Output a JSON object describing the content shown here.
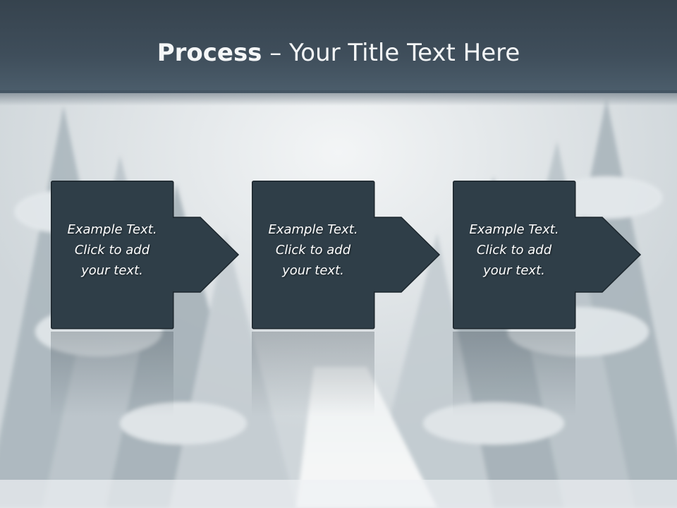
{
  "title": {
    "bold": "Process",
    "rest": " – Your Title Text Here"
  },
  "steps": [
    {
      "line1": "Example Text.",
      "line2": "Click  to add",
      "line3": "your text."
    },
    {
      "line1": "Example Text.",
      "line2": "Click  to add",
      "line3": "your text."
    },
    {
      "line1": "Example Text.",
      "line2": "Click  to add",
      "line3": "your text."
    }
  ],
  "colors": {
    "title_bar": "#3f4e5b",
    "box_fill": "#2f3e48",
    "box_stroke": "#1c262d",
    "snow": "#e6eaec"
  }
}
